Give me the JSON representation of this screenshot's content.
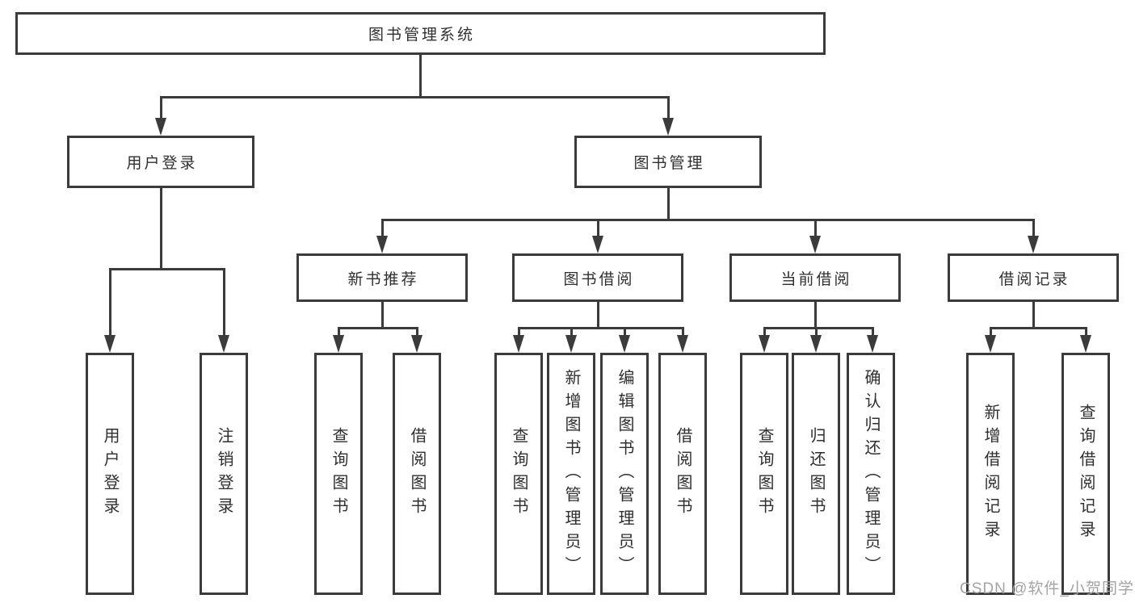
{
  "nodes": {
    "root": "图书管理系统",
    "login": "用户登录",
    "mgmt": "图书管理",
    "nb": "新书推荐",
    "bb": "图书借阅",
    "cb": "当前借阅",
    "br": "借阅记录",
    "login_children": [
      "用户登录",
      "注销登录"
    ],
    "nb_children": [
      "查询图书",
      "借阅图书"
    ],
    "bb_children": [
      "查询图书",
      "新增图书（管理员）",
      "编辑图书（管理员）",
      "借阅图书"
    ],
    "cb_children": [
      "查询图书",
      "归还图书",
      "确认归还（管理员）"
    ],
    "br_children": [
      "新增借阅记录",
      "查询借阅记录"
    ]
  },
  "watermark": "CSDN @软件_小贺同学",
  "colors": {
    "line": "#3b3b3b",
    "text": "#2f2f2f",
    "watermark": "#a3a3a3",
    "background": "#ffffff"
  }
}
